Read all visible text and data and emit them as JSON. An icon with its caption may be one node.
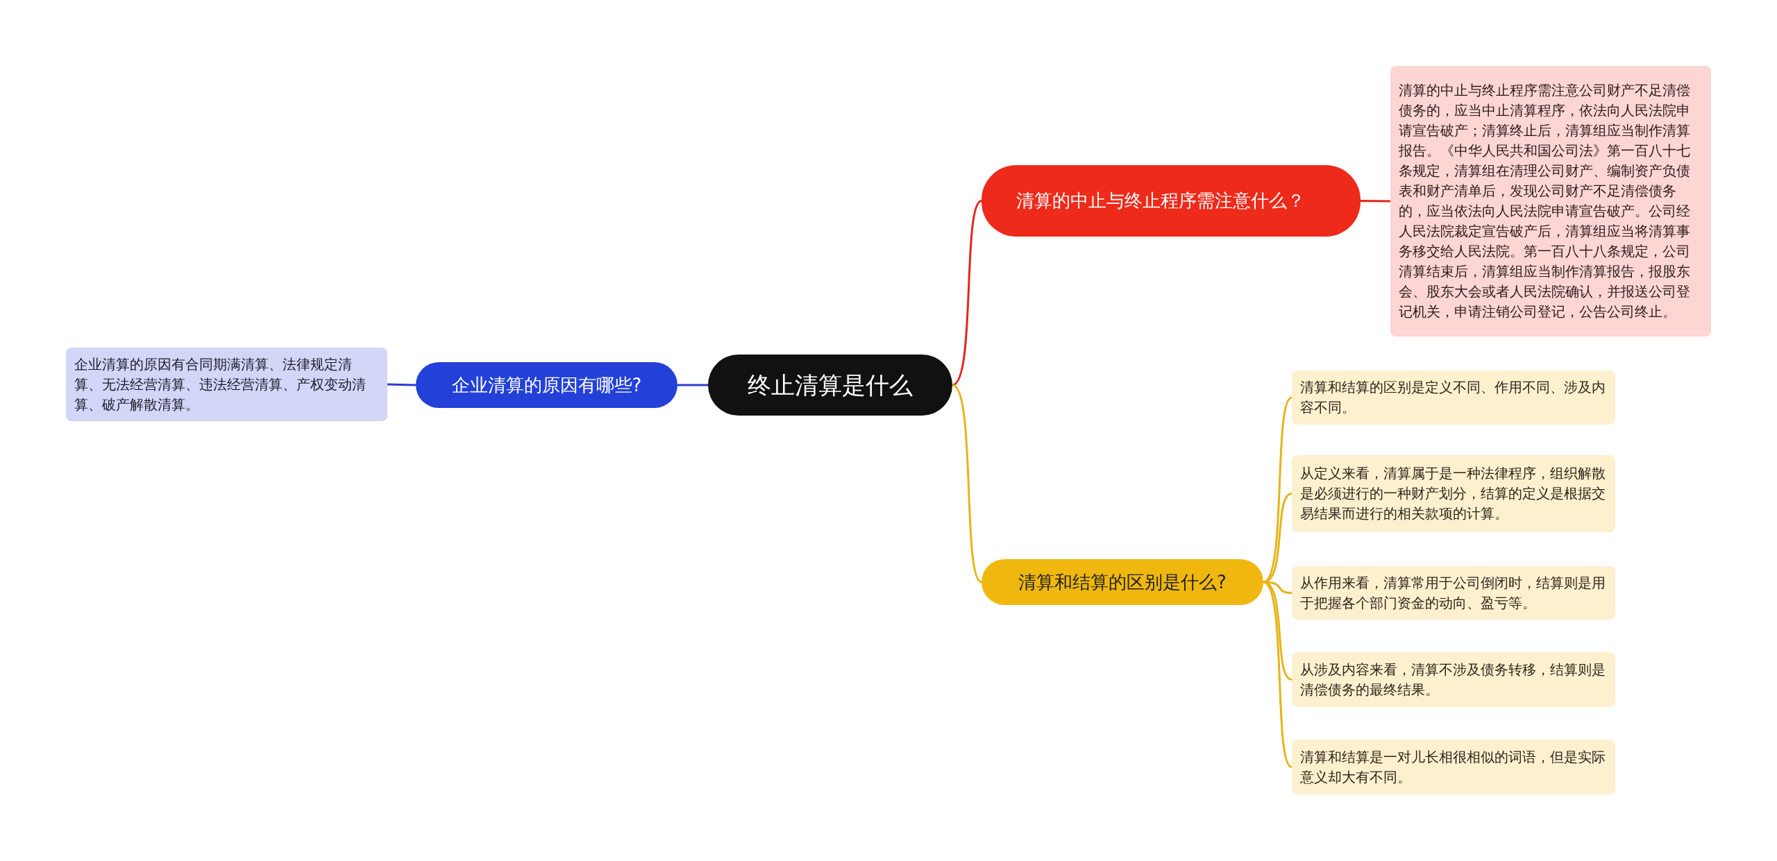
{
  "diagram": {
    "nodes": [
      {
        "text": [
          "终止清算是什么"
        ]
      },
      {
        "text": [
          "清算的中止与终止程序需注意什么？"
        ]
      },
      {
        "text": [
          "清算的中止与终止程序需注意公司财产不足清偿债务的，应当中止清算程序，依法向人民法院申请宣告破产；清算终止后，清算组应当制作清算报告。《中华人民共和国公司法》第一百八十七条规定，清算组在清理公司财产、编制资产负债表和财产清单后，发现公司财产不足清偿债务的，应当依法向人民法院申请宣告破产。公司经人民法院裁定宣告破产后，清算组应当将清算事务移交给人民法院。第一百八十八条规定，公司清算结束后，清算组应当制作清算报告，报股东会、股东大会或者人民法院确认，并报送公司登记机关，申请注销公司登记，公告公司终止。"
        ]
      },
      {
        "text": [
          "企业清算的原因有哪些?"
        ]
      },
      {
        "text": [
          "企业清算的原因有合同期满清算、法律规定清算、无法经营清算、违法经营清算、产权变动清算、破产解散清算。"
        ]
      },
      {
        "text": [
          "清算和结算的区别是什么?"
        ]
      },
      {
        "text": [
          "清算和结算的区别是定义不同、作用不同、涉及内容不同。"
        ]
      },
      {
        "text": [
          "从定义来看，清算属于是一种法律程序，组织解散是必须进行的一种财产划分，结算的定义是根据交易结果而进行的相关款项的计算。"
        ]
      },
      {
        "text": [
          "从作用来看，清算常用于公司倒闭时，结算则是用于把握各个部门资金的动向、盈亏等。"
        ]
      },
      {
        "text": [
          "从涉及内容来看，清算不涉及债务转移，结算则是清偿债务的最终结果。"
        ]
      },
      {
        "text": [
          "清算和结算是一对儿长相很相似的词语，但是实际意义却大有不同。"
        ]
      }
    ],
    "edges": [
      {
        "from": 0,
        "to": 1,
        "arrow": "none",
        "color": "#e0281c"
      },
      {
        "from": 1,
        "to": 2,
        "arrow": "none",
        "color": "#e0281c"
      },
      {
        "from": 0,
        "to": 3,
        "arrow": "none",
        "color": "#2a3fd1"
      },
      {
        "from": 3,
        "to": 4,
        "arrow": "none",
        "color": "#2a3fd1"
      },
      {
        "from": 0,
        "to": 5,
        "arrow": "none"
      },
      {
        "from": 5,
        "to": 6,
        "arrow": "none"
      },
      {
        "from": 5,
        "to": 7,
        "arrow": "none"
      },
      {
        "from": 5,
        "to": 8,
        "arrow": "none"
      },
      {
        "from": 5,
        "to": 9,
        "arrow": "none"
      },
      {
        "from": 5,
        "to": 10,
        "arrow": "none"
      }
    ]
  }
}
